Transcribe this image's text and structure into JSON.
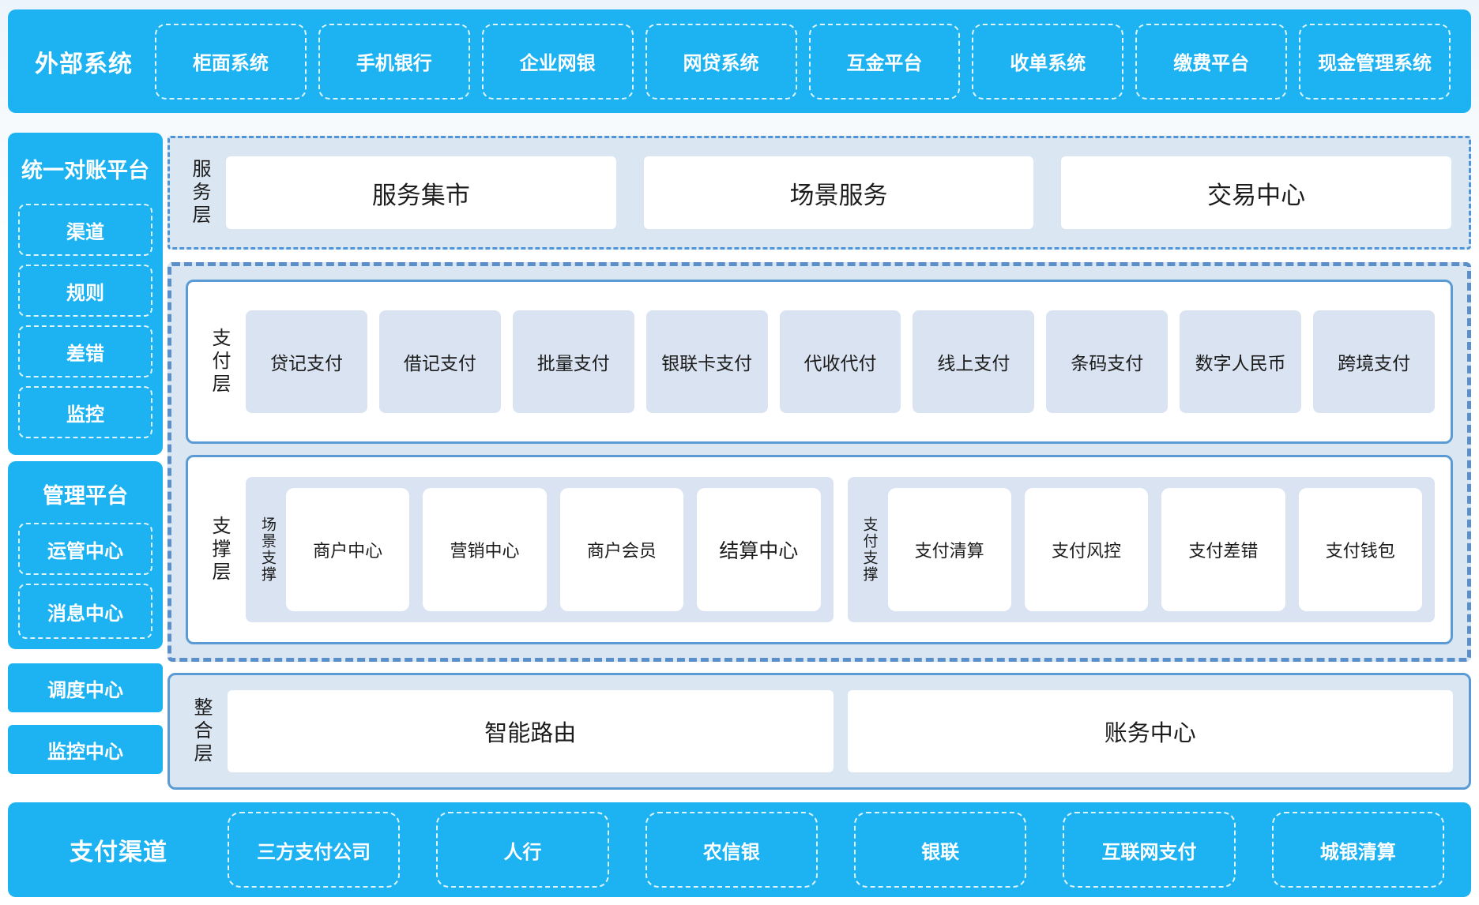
{
  "colors": {
    "accent_blue": "#1db3f2",
    "panel_bg": "#dbe6f3",
    "box_bg": "#d9e3f1",
    "solid_border": "#5b9bd5",
    "dashed_border": "#5b8fc9",
    "text_dark": "#1c1c1c",
    "text_light": "#ffffff"
  },
  "top_bar": {
    "label": "外部系统",
    "items": [
      "柜面系统",
      "手机银行",
      "企业网银",
      "网贷系统",
      "互金平台",
      "收单系统",
      "缴费平台",
      "现金管理系统"
    ]
  },
  "sidebar": {
    "reconciliation": {
      "title": "统一对账平台",
      "items": [
        "渠道",
        "规则",
        "差错",
        "监控"
      ]
    },
    "management": {
      "title": "管理平台",
      "items": [
        "运管中心",
        "消息中心"
      ]
    },
    "solo_items": [
      "调度中心",
      "监控中心"
    ]
  },
  "service_layer": {
    "label": "服务层",
    "items": [
      "服务集市",
      "场景服务",
      "交易中心"
    ]
  },
  "payment_layer": {
    "label": "支付层",
    "items": [
      "贷记支付",
      "借记支付",
      "批量支付",
      "银联卡支付",
      "代收代付",
      "线上支付",
      "条码支付",
      "数字人民币",
      "跨境支付"
    ]
  },
  "support_layer": {
    "label": "支撑层",
    "groups": [
      {
        "label": "场景支撑",
        "items": [
          "商户中心",
          "营销中心",
          "商户会员",
          "结算中心"
        ]
      },
      {
        "label": "支付支撑",
        "items": [
          "支付清算",
          "支付风控",
          "支付差错",
          "支付钱包"
        ]
      }
    ]
  },
  "integration_layer": {
    "label": "整合层",
    "items": [
      "智能路由",
      "账务中心"
    ]
  },
  "bottom_bar": {
    "label": "支付渠道",
    "items": [
      "三方支付公司",
      "人行",
      "农信银",
      "银联",
      "互联网支付",
      "城银清算"
    ]
  }
}
